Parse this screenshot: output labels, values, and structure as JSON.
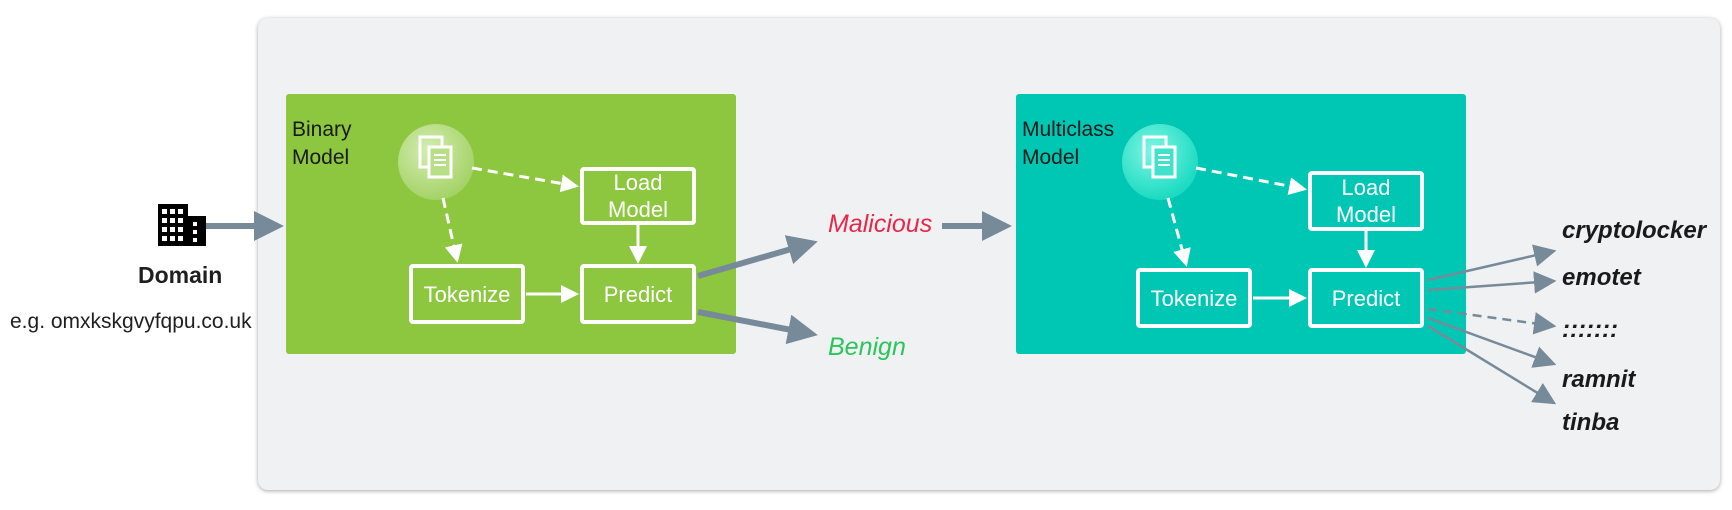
{
  "input": {
    "label": "Domain",
    "example": "e.g. omxkskgvyfqpu.co.uk",
    "icon": "building-icon"
  },
  "binary_model": {
    "title_line1": "Binary",
    "title_line2": "Model",
    "load_line1": "Load",
    "load_line2": "Model",
    "tokenize": "Tokenize",
    "predict": "Predict",
    "color": "#8dc63f"
  },
  "outputs": {
    "malicious": "Malicious",
    "benign": "Benign",
    "malicious_color": "#e8264a",
    "benign_color": "#2bc55a"
  },
  "multiclass_model": {
    "title_line1": "Multiclass",
    "title_line2": "Model",
    "load_line1": "Load",
    "load_line2": "Model",
    "tokenize": "Tokenize",
    "predict": "Predict",
    "color": "#00c7b4"
  },
  "classes": [
    "cryptolocker",
    "emotet",
    ":::::::",
    "ramnit",
    "tinba"
  ],
  "arrow_color": "#778a99"
}
